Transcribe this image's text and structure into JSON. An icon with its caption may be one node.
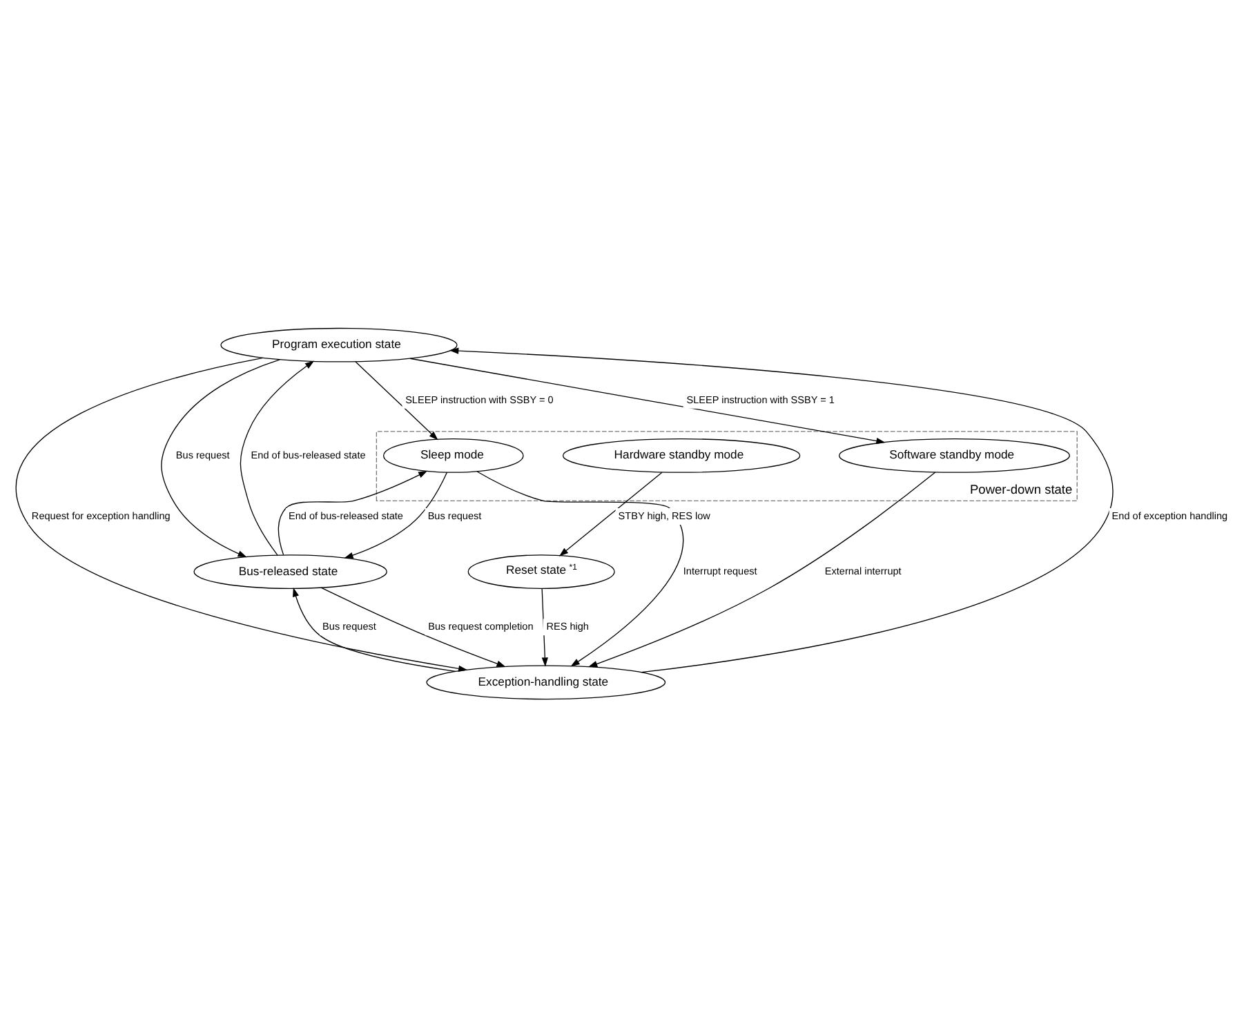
{
  "diagram": {
    "nodes": [
      {
        "text": [
          "Program execution state"
        ]
      },
      {
        "text": [
          "Bus-released state"
        ]
      },
      {
        "text": [
          "Power-down state"
        ]
      },
      {
        "text": [
          "Sleep mode"
        ],
        "in": 2
      },
      {
        "text": [
          "Exception-handling state"
        ]
      },
      {
        "text": [
          "Software standby mode"
        ],
        "in": 2
      },
      {
        "text": [
          "Reset state$^{*1}$"
        ]
      },
      {
        "text": [
          "Hardware standby mode"
        ],
        "in": 2
      }
    ],
    "edges": [
      {
        "from": 1,
        "to": 3,
        "arrow": "to",
        "label": "End of bus-released state"
      },
      {
        "from": 3,
        "to": 1,
        "arrow": "to",
        "label": "Bus request"
      },
      {
        "from": 1,
        "to": 0,
        "arrow": "to",
        "label": "End of bus-released state"
      },
      {
        "from": 0,
        "to": 1,
        "arrow": "to",
        "label": "Bus request"
      },
      {
        "from": 4,
        "to": 0,
        "arrow": "to",
        "label": "End of exception handling"
      },
      {
        "from": 0,
        "to": 4,
        "arrow": "to",
        "label": "Request for exception handling"
      },
      {
        "from": 0,
        "to": 3,
        "arrow": "to",
        "label": "SLEEP instruction with SSBY = 0"
      },
      {
        "from": 0,
        "to": 5,
        "arrow": "to",
        "label": "SLEEP instruction with SSBY = 1"
      },
      {
        "from": 3,
        "to": 4,
        "arrow": "to",
        "label": "Interrupt request"
      },
      {
        "from": 1,
        "to": 4,
        "arrow": "to",
        "label": "Bus request completion"
      },
      {
        "from": 4,
        "to": 1,
        "arrow": "to",
        "label": "Bus request"
      },
      {
        "from": 5,
        "to": 4,
        "arrow": "to",
        "label": "External interrupt"
      },
      {
        "from": 6,
        "to": 4,
        "arrow": "to",
        "label": "RES high"
      },
      {
        "from": 7,
        "to": 6,
        "arrow": "to",
        "label": "STBY high, RES low"
      }
    ]
  }
}
